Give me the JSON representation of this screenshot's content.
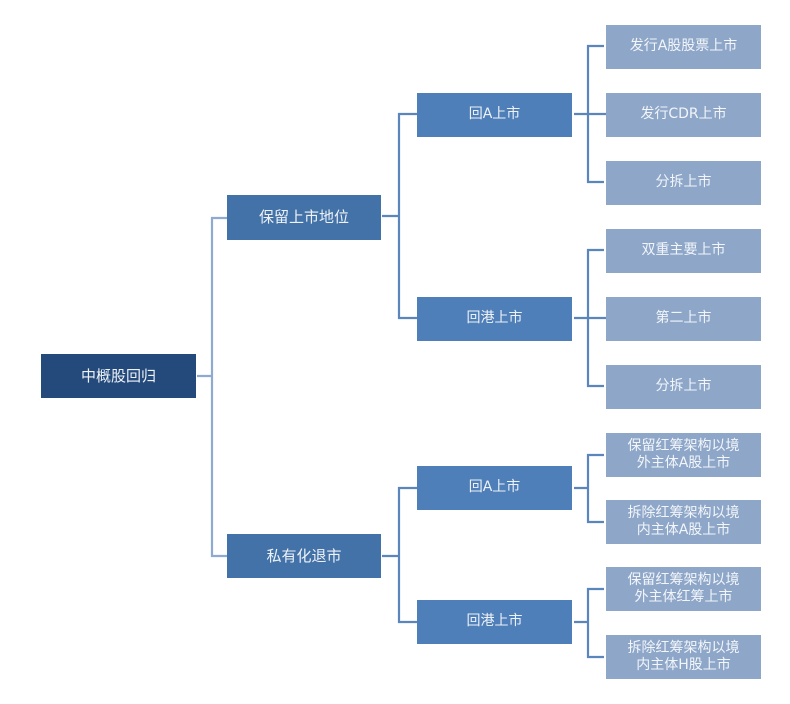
{
  "diagram": {
    "root": {
      "label": "中概股回归"
    },
    "branches": [
      {
        "label": "保留上市地位",
        "children": [
          {
            "label": "回A上市",
            "children": [
              "发行A股股票上市",
              "发行CDR上市",
              "分拆上市"
            ]
          },
          {
            "label": "回港上市",
            "children": [
              "双重主要上市",
              "第二上市",
              "分拆上市"
            ]
          }
        ]
      },
      {
        "label": "私有化退市",
        "children": [
          {
            "label": "回A上市",
            "children": [
              "保留红筹架构以境\n外主体A股上市",
              "拆除红筹架构以境\n内主体A股上市"
            ]
          },
          {
            "label": "回港上市",
            "children": [
              "保留红筹架构以境\n外主体红筹上市",
              "拆除红筹架构以境\n内主体H股上市"
            ]
          }
        ]
      }
    ]
  },
  "colors": {
    "root": "#244a7c",
    "level1": "#4372a8",
    "level2": "#4f7fb8",
    "level3": "#8ea7c9",
    "connector_level1": "#8eaad0",
    "connector": "#5b86bd"
  }
}
